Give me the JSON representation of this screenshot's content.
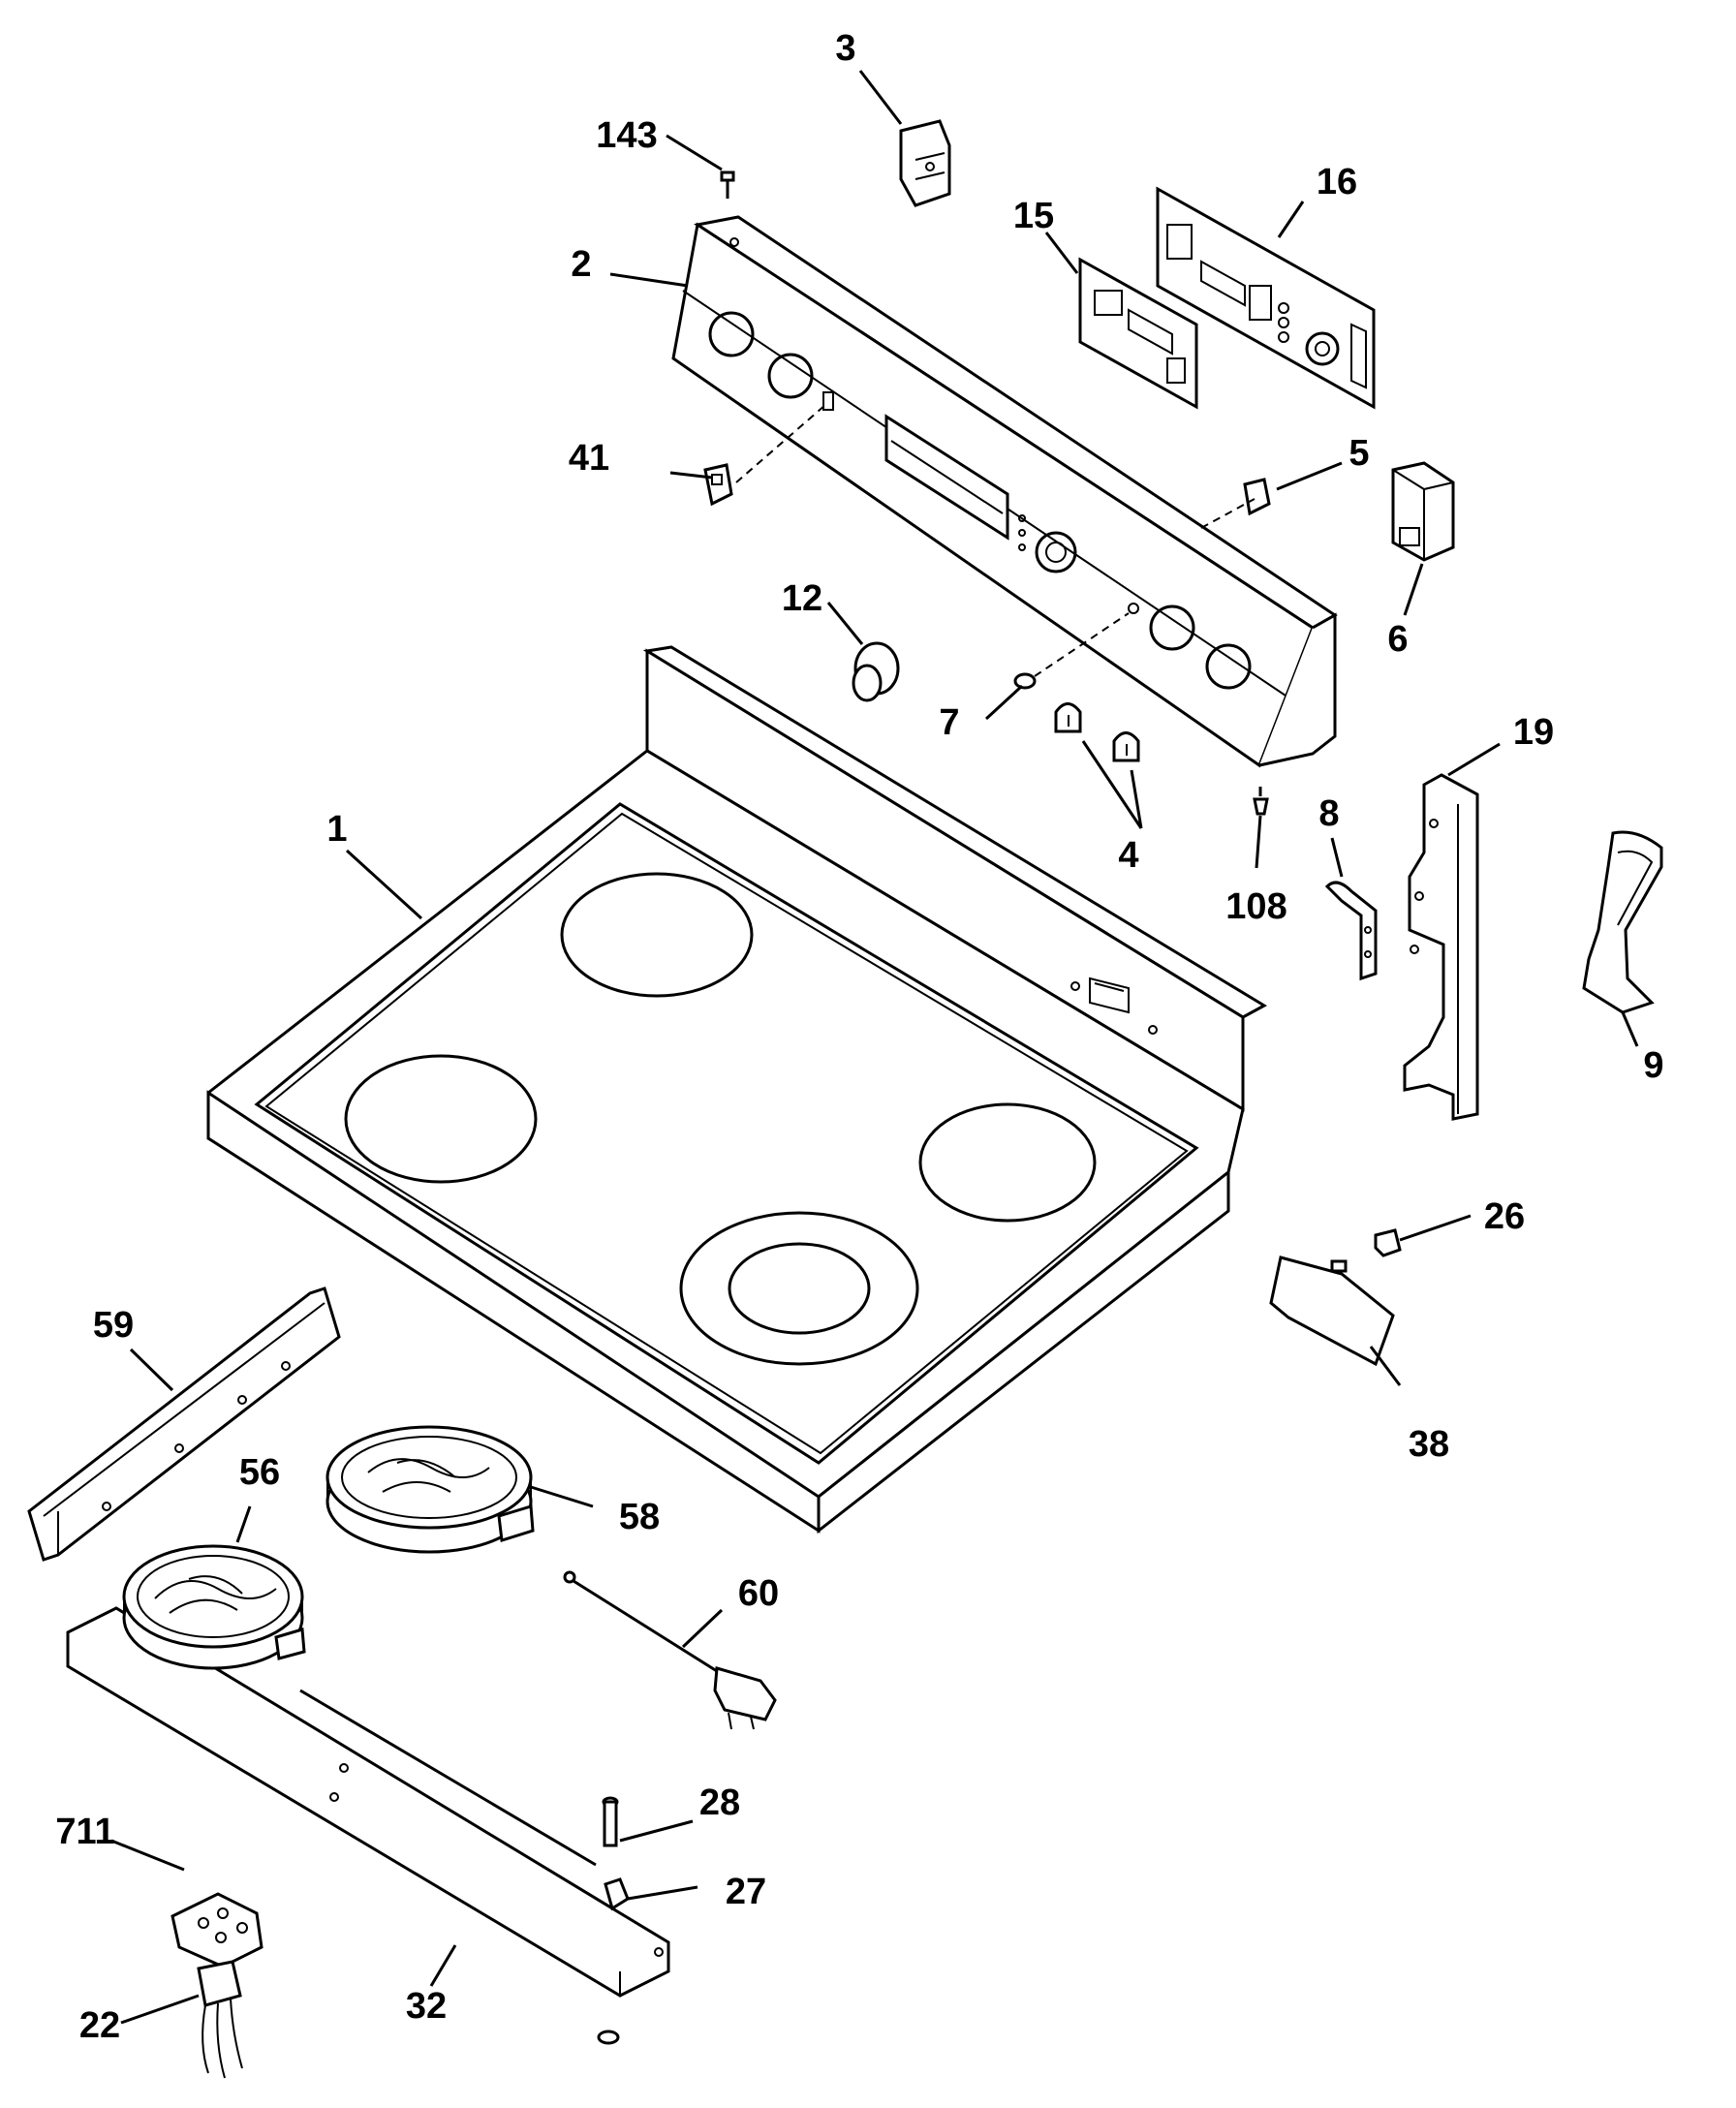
{
  "diagram": {
    "callouts": [
      {
        "id": "c1",
        "text": "1"
      },
      {
        "id": "c2",
        "text": "2"
      },
      {
        "id": "c3",
        "text": "3"
      },
      {
        "id": "c4",
        "text": "4"
      },
      {
        "id": "c5",
        "text": "5"
      },
      {
        "id": "c6",
        "text": "6"
      },
      {
        "id": "c7",
        "text": "7"
      },
      {
        "id": "c8",
        "text": "8"
      },
      {
        "id": "c9",
        "text": "9"
      },
      {
        "id": "c12",
        "text": "12"
      },
      {
        "id": "c15",
        "text": "15"
      },
      {
        "id": "c16",
        "text": "16"
      },
      {
        "id": "c19",
        "text": "19"
      },
      {
        "id": "c22",
        "text": "22"
      },
      {
        "id": "c26",
        "text": "26"
      },
      {
        "id": "c27",
        "text": "27"
      },
      {
        "id": "c28",
        "text": "28"
      },
      {
        "id": "c32",
        "text": "32"
      },
      {
        "id": "c38",
        "text": "38"
      },
      {
        "id": "c41",
        "text": "41"
      },
      {
        "id": "c56",
        "text": "56"
      },
      {
        "id": "c58",
        "text": "58"
      },
      {
        "id": "c59",
        "text": "59"
      },
      {
        "id": "c60",
        "text": "60"
      },
      {
        "id": "c108",
        "text": "108"
      },
      {
        "id": "c143",
        "text": "143"
      },
      {
        "id": "c711",
        "text": "711"
      }
    ]
  }
}
